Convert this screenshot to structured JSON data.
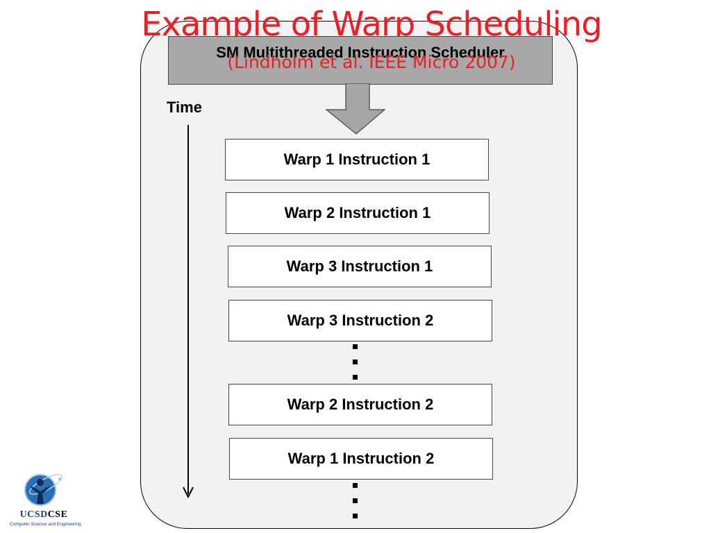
{
  "title": "Example of Warp Scheduling",
  "subtitle": "(Lindholm et al. IEEE Micro 2007)",
  "scheduler_label": "SM Multithreaded Instruction Scheduler",
  "time_label": "Time",
  "instructions": [
    "Warp 1 Instruction 1",
    "Warp 2 Instruction 1",
    "Warp 3 Instruction 1",
    "Warp 3 Instruction 2",
    "Warp 2 Instruction 2",
    "Warp 1 Instruction 2"
  ],
  "logo": {
    "ucsd": "UCSD",
    "cse": "CSE",
    "subtitle": "Computer Science and Engineering",
    "icon": "ucsd-cse-figure-icon"
  },
  "colors": {
    "title": "#ee1c24",
    "panel": "#f2f2f2",
    "scheduler": "#a8a8a8",
    "arrow": "#a6a6a6"
  }
}
